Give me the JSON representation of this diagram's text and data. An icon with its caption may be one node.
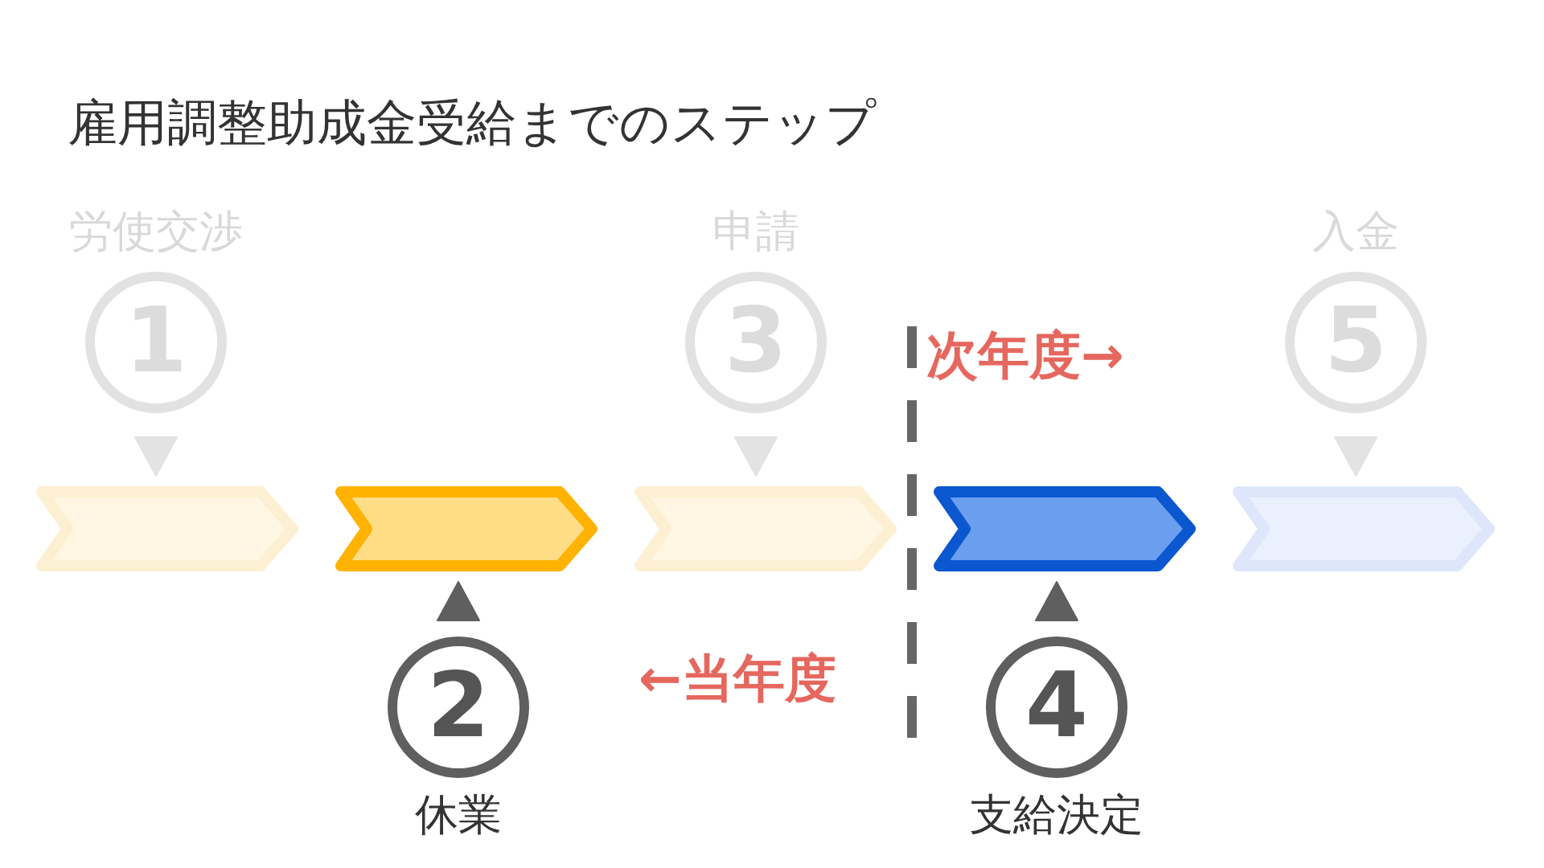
{
  "diagram": {
    "title": "雇用調整助成金受給までのステップ",
    "nodes": [
      {
        "text": [
          "労使交渉",
          "1"
        ]
      },
      {
        "text": [
          "申請",
          "3"
        ]
      },
      {
        "text": [
          "入金",
          "5"
        ]
      },
      {
        "text": [],
        "shape": "chevron"
      },
      {
        "text": [],
        "shape": "chevron"
      },
      {
        "text": [],
        "shape": "chevron"
      },
      {
        "text": [],
        "shape": "chevron"
      },
      {
        "text": [],
        "shape": "chevron"
      },
      {
        "text": [
          "2",
          "休業"
        ]
      },
      {
        "text": [
          "4",
          "支給決定"
        ]
      }
    ],
    "edges": [
      {
        "from": 0,
        "to": 3,
        "arrow": "to"
      },
      {
        "from": 1,
        "to": 5,
        "arrow": "to"
      },
      {
        "from": 2,
        "to": 7,
        "arrow": "to"
      },
      {
        "from": 8,
        "to": 4,
        "arrow": "to"
      },
      {
        "from": 9,
        "to": 6,
        "arrow": "to"
      }
    ],
    "labels": [
      "次年度→",
      "←当年度"
    ]
  }
}
